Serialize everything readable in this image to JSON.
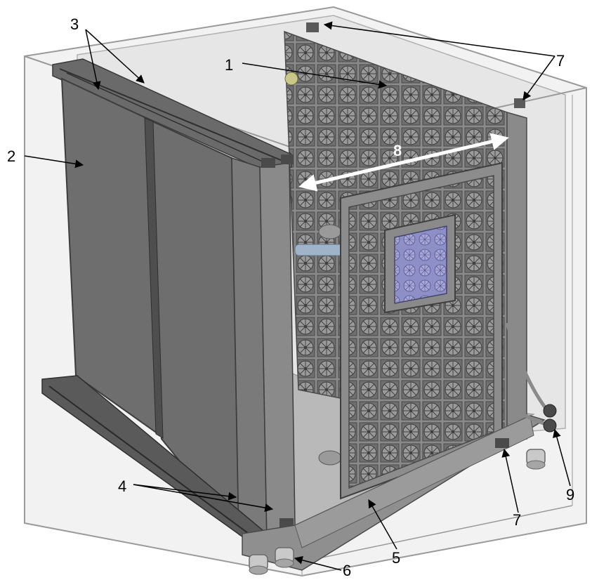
{
  "labels": {
    "l1": "1",
    "l2": "2",
    "l3": "3",
    "l4": "4",
    "l5": "5",
    "l6": "6",
    "l7_top": "7",
    "l7_bottom": "7",
    "l8": "8",
    "l9": "9"
  },
  "colors": {
    "box_edge": "#9a9a9a",
    "panel_dark": "#6e6e6e",
    "panel_frame": "#5a5a5a",
    "absorber": "#7b7b7b",
    "floor": "#a8a8a8",
    "window_glass": "#8e8ec8",
    "arrow": "#000000",
    "dimension_arrow": "#ffffff"
  }
}
